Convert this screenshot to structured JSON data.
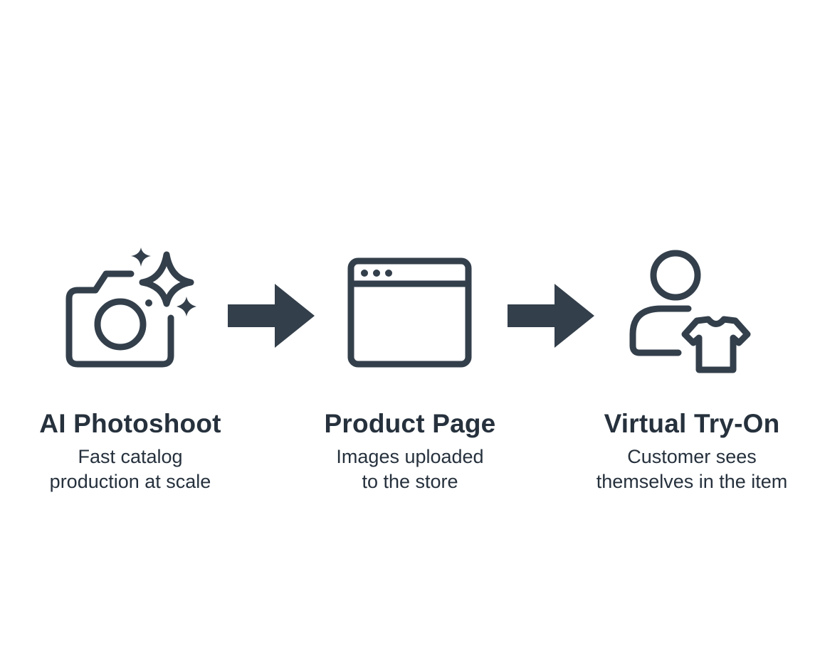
{
  "colors": {
    "icon": "#333f4b",
    "text": "#26313d",
    "background": "#ffffff"
  },
  "steps": [
    {
      "icon": "camera-sparkle-icon",
      "title": "AI Photoshoot",
      "desc_lines": [
        "Fast catalog",
        "production at scale"
      ]
    },
    {
      "icon": "browser-window-icon",
      "title": "Product Page",
      "desc_lines": [
        "Images uploaded",
        "to the store"
      ]
    },
    {
      "icon": "person-shirt-icon",
      "title": "Virtual Try-On",
      "desc_lines": [
        "Customer sees",
        "themselves in the item"
      ]
    }
  ],
  "connectors": [
    "arrow-right-icon",
    "arrow-right-icon"
  ]
}
